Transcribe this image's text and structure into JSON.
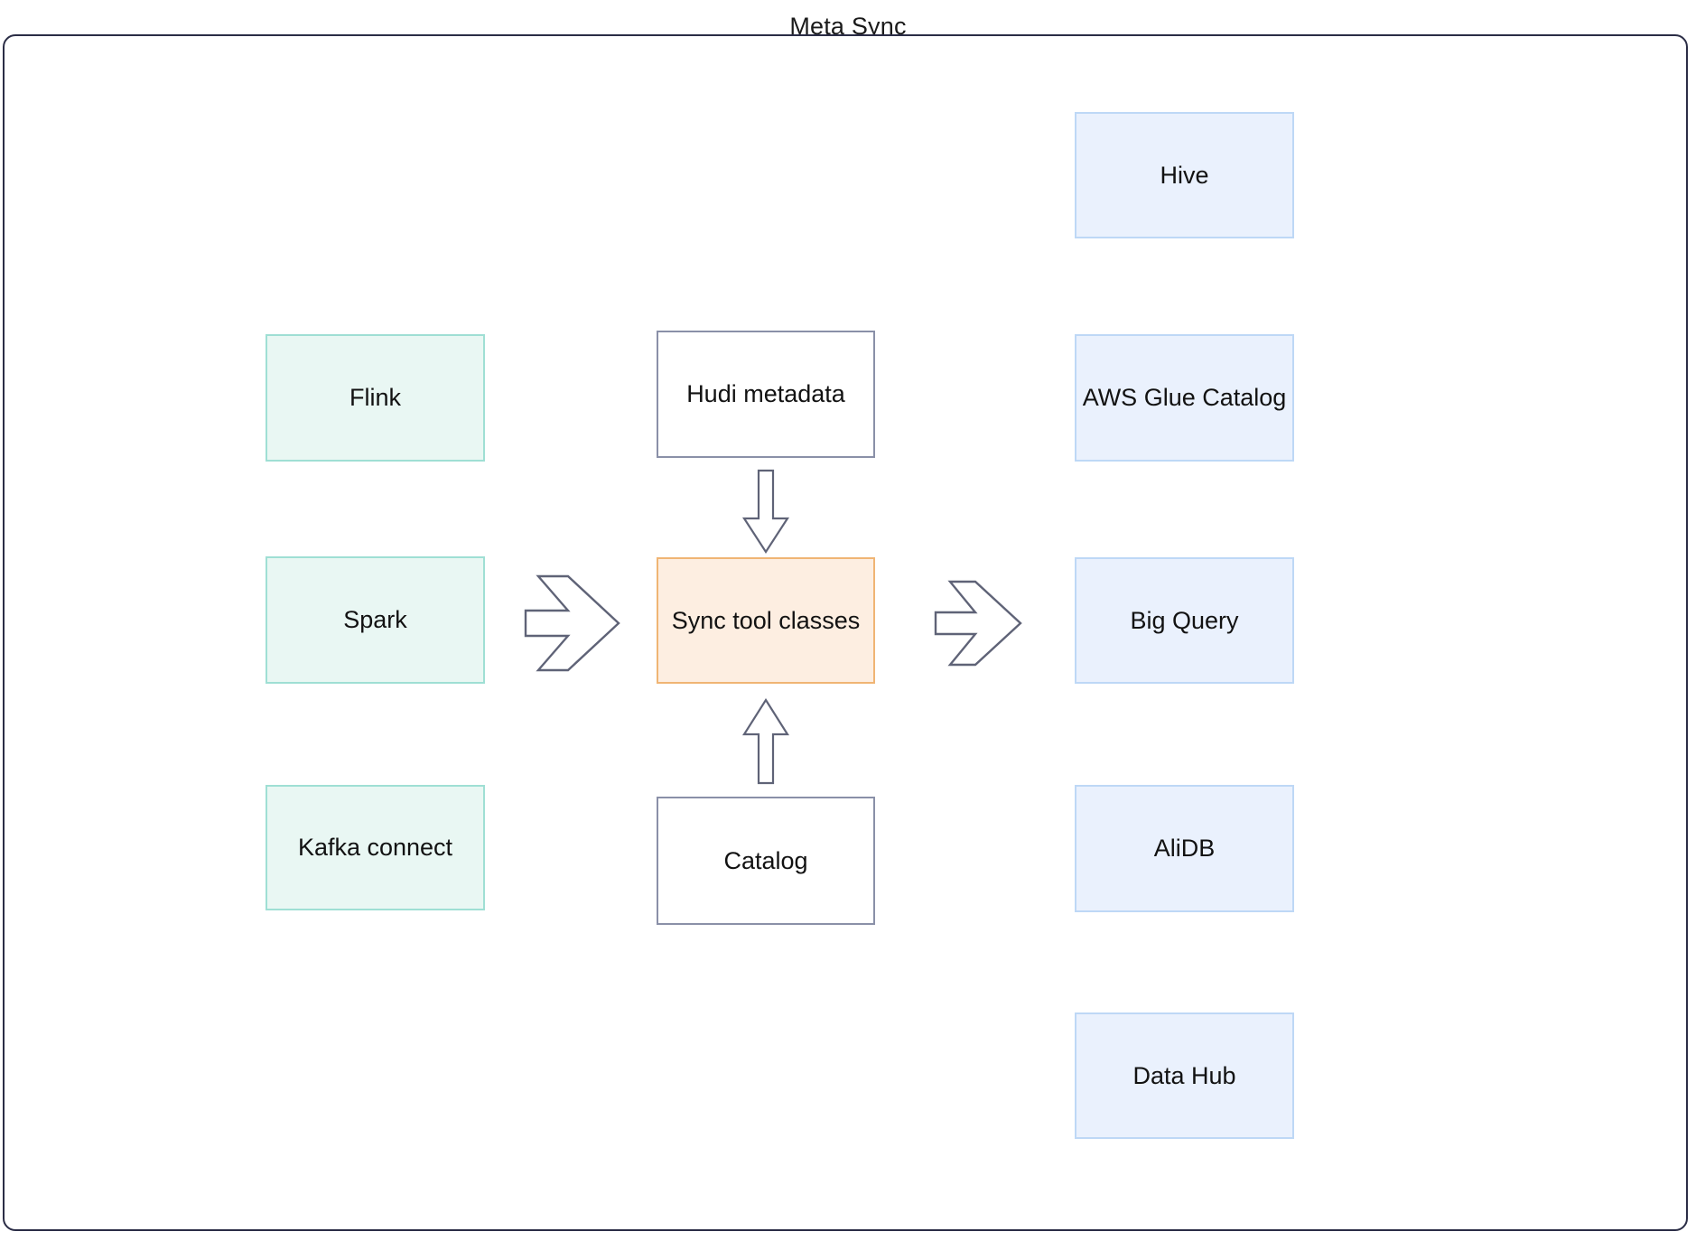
{
  "diagram": {
    "title": "Meta Sync",
    "frame": {
      "border_color": "#2b2d46"
    },
    "palette": {
      "source_fill": "#e9f7f3",
      "source_border": "#9fdfd4",
      "target_fill": "#eaf1fd",
      "target_border": "#bed8f6",
      "plain_fill": "#ffffff",
      "plain_border": "#8a90a8",
      "center_fill": "#fdeee1",
      "center_border": "#f0b574",
      "arrow_stroke": "#5f6377",
      "text_color": "#121212"
    },
    "nodes": {
      "sources": [
        {
          "id": "flink",
          "label": "Flink"
        },
        {
          "id": "spark",
          "label": "Spark"
        },
        {
          "id": "kafka_connect",
          "label": "Kafka connect"
        }
      ],
      "center_column": [
        {
          "id": "hudi_metadata",
          "label": "Hudi metadata"
        },
        {
          "id": "sync_tool_classes",
          "label": "Sync tool classes"
        },
        {
          "id": "catalog",
          "label": "Catalog"
        }
      ],
      "targets": [
        {
          "id": "hive",
          "label": "Hive"
        },
        {
          "id": "aws_glue_catalog",
          "label": "AWS Glue Catalog"
        },
        {
          "id": "big_query",
          "label": "Big Query"
        },
        {
          "id": "alidb",
          "label": "AliDB"
        },
        {
          "id": "data_hub",
          "label": "Data Hub"
        }
      ]
    },
    "connectors": [
      {
        "id": "sources-to-sync",
        "icon": "chevron-arrow-right-icon",
        "direction": "right"
      },
      {
        "id": "sync-to-targets",
        "icon": "chevron-arrow-right-icon",
        "direction": "right"
      },
      {
        "id": "hudi-to-sync",
        "icon": "block-arrow-down-icon",
        "direction": "down"
      },
      {
        "id": "catalog-to-sync",
        "icon": "block-arrow-up-icon",
        "direction": "up"
      }
    ]
  }
}
